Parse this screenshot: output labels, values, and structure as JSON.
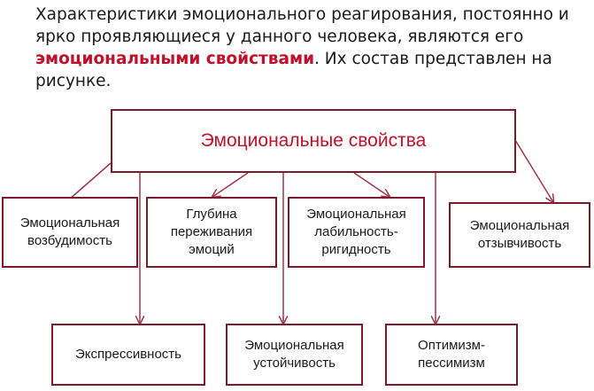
{
  "intro": {
    "before": "Характеристики эмоционального реагирования, постоянно и ярко проявляющиеся у данного человека, являются его ",
    "highlight": "эмоциональными свойствами",
    "after": ". Их состав представлен на рисунке."
  },
  "diagram": {
    "root": "Эмоциональные свойства",
    "row1": [
      "Эмоциональная возбудимость",
      "Глубина переживания эмоций",
      "Эмоциональная лабильность-ригидность",
      "Эмоциональная отзывчивость"
    ],
    "row2": [
      "Экспрессивность",
      "Эмоциональная устойчивость",
      "Оптимизм-пессимизм"
    ]
  },
  "colors": {
    "accent": "#c0112c",
    "border": "#7a1b2e",
    "connector": "#a0354d"
  }
}
